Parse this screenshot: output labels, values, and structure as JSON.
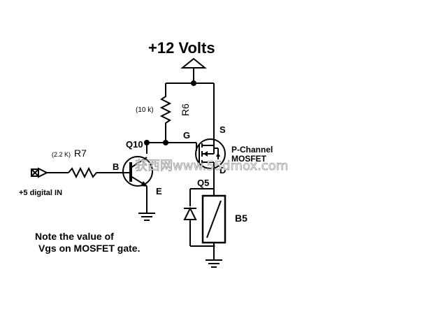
{
  "supply_label": "+12 Volts",
  "r6": {
    "name": "R6",
    "value": "(10 k)"
  },
  "r7": {
    "name": "R7",
    "value": "(2.2 K)"
  },
  "q10": {
    "name": "Q10",
    "base": "B",
    "emitter": "E"
  },
  "mosfet": {
    "gate": "G",
    "source": "S",
    "drain": "D",
    "type_line1": "P-Channel",
    "type_line2": "MOSFET"
  },
  "q5": "Q5",
  "b5": "B5",
  "input_label": "+5 digital IN",
  "note": {
    "line1": "Note the value of",
    "line2": "Vgs on MOSFET gate."
  },
  "watermark": "获西网www.55dmox.com"
}
